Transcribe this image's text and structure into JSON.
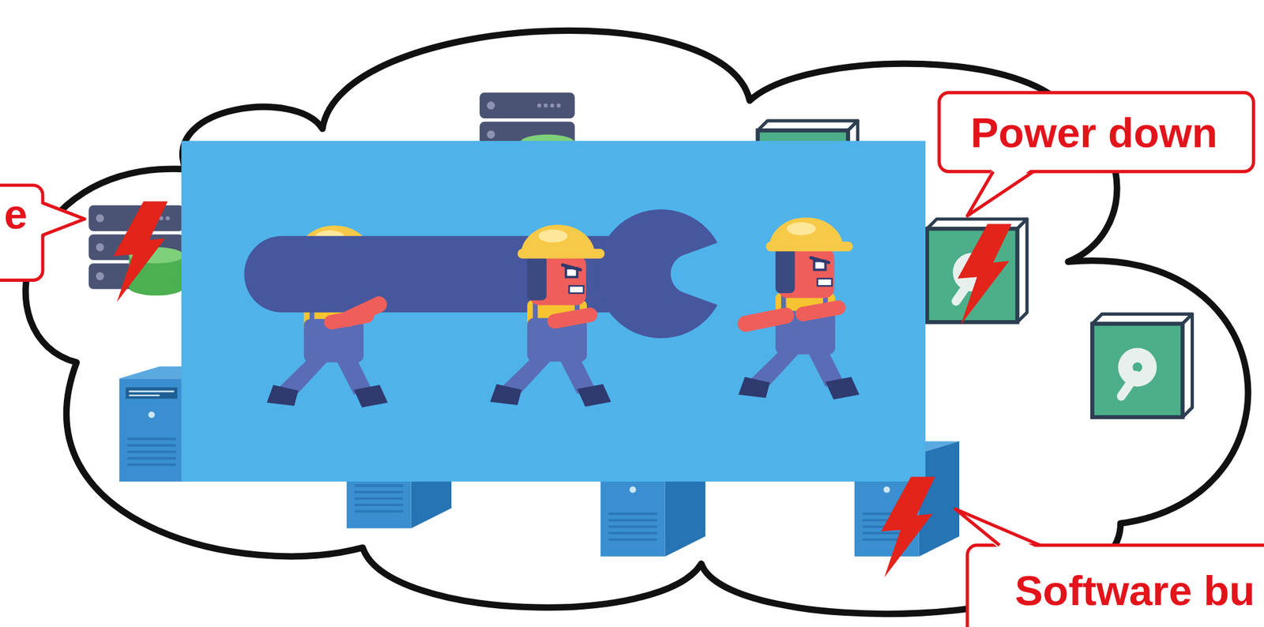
{
  "diagram": {
    "nodes": [
      {
        "text": [
          "Power down"
        ]
      },
      {
        "text": [
          "e"
        ]
      },
      {
        "text": [
          "Software bu"
        ]
      }
    ]
  }
}
